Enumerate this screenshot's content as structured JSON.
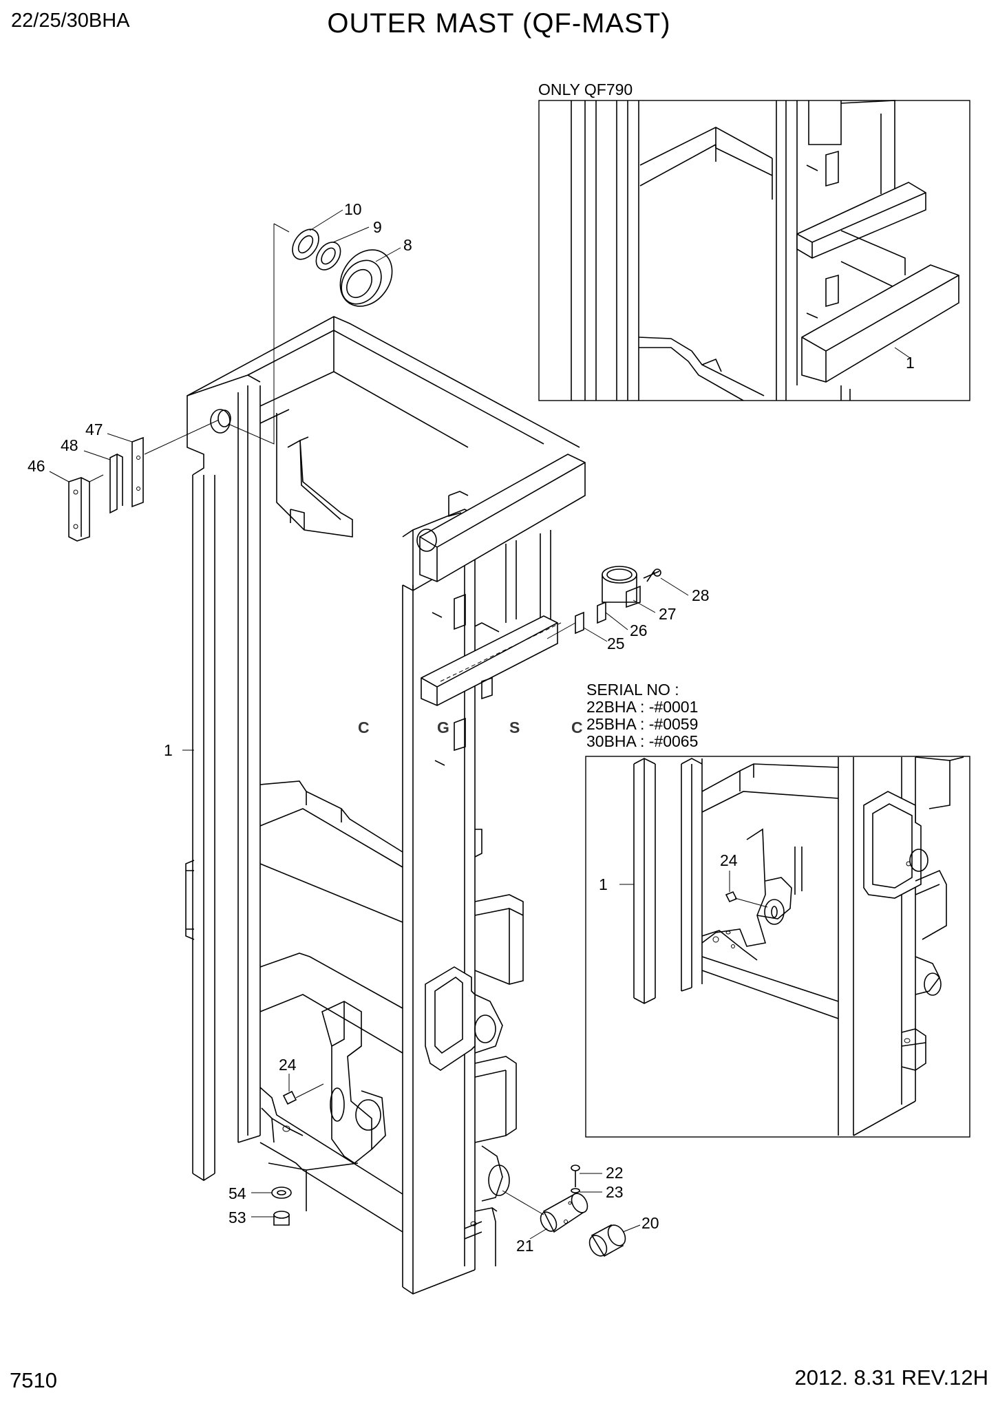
{
  "header": {
    "model": "22/25/30BHA",
    "title": "OUTER MAST (QF-MAST)"
  },
  "footer": {
    "page_number": "7510",
    "revision": "2012. 8.31  REV.12H"
  },
  "watermark": {
    "letters": [
      "C",
      "G",
      "S",
      "C"
    ],
    "colors": [
      "#4285f4",
      "#ea4335",
      "#fbbc05",
      "#34a853"
    ]
  },
  "inset_top": {
    "caption": "ONLY QF790",
    "callouts": [
      "1"
    ]
  },
  "inset_bottom": {
    "serial_heading": "SERIAL NO :",
    "serial_lines": [
      "22BHA : -#0001",
      "25BHA : -#0059",
      "30BHA : -#0065"
    ],
    "callouts": [
      "24",
      "1"
    ]
  },
  "main": {
    "callouts": [
      "10",
      "9",
      "8",
      "47",
      "48",
      "46",
      "1",
      "28",
      "27",
      "26",
      "25",
      "24",
      "22",
      "23",
      "20",
      "21",
      "54",
      "53"
    ]
  }
}
